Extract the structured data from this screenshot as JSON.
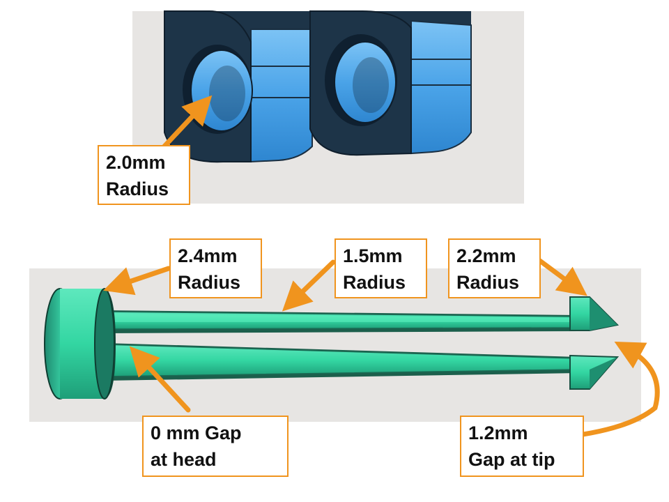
{
  "colors": {
    "accent": "#f0941e",
    "ring_dark": "#1d3448",
    "ring_face": "#4aa3e8",
    "pin_face": "#33d6a2",
    "background_panel": "#e7e5e3"
  },
  "callouts": [
    {
      "id": "ring-inner",
      "line1": "2.0mm",
      "line2": "Radius"
    },
    {
      "id": "head-radius",
      "line1": "2.4mm",
      "line2": "Radius"
    },
    {
      "id": "shaft-radius",
      "line1": "1.5mm",
      "line2": "Radius"
    },
    {
      "id": "tip-radius",
      "line1": "2.2mm",
      "line2": "Radius"
    },
    {
      "id": "head-gap",
      "line1": "0 mm Gap",
      "line2": "at head"
    },
    {
      "id": "tip-gap",
      "line1": "1.2mm",
      "line2": "Gap at tip"
    }
  ]
}
